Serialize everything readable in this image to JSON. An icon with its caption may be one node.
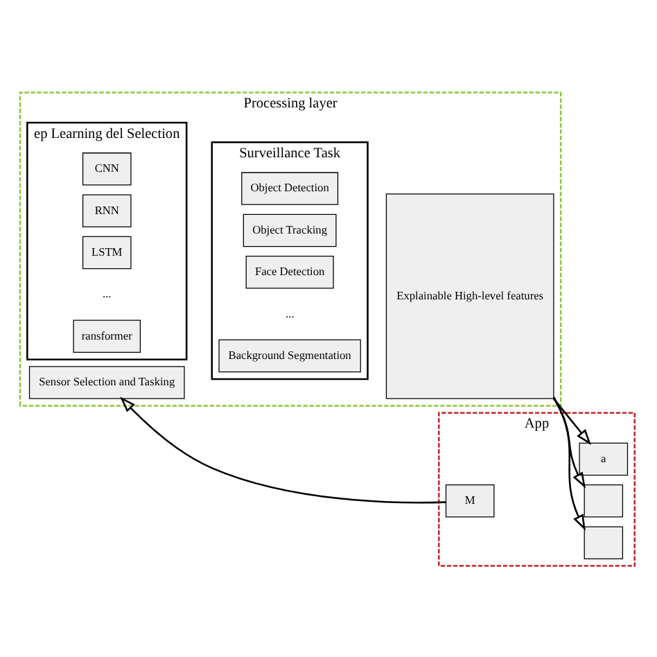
{
  "diagram": {
    "nodes": [
      {
        "text": [
          "Processing layer"
        ]
      },
      {
        "text": [
          "ep Learning del Selection"
        ],
        "in": 0
      },
      {
        "text": [
          "CNN"
        ],
        "in": 1
      },
      {
        "text": [
          "RNN"
        ],
        "in": 1
      },
      {
        "text": [
          "LSTM"
        ],
        "in": 1
      },
      {
        "text": [
          "ransformer"
        ],
        "in": 1
      },
      {
        "text": [
          "Surveillance Task"
        ],
        "in": 0
      },
      {
        "text": [
          "Object Detection"
        ],
        "in": 6
      },
      {
        "text": [
          "Object Tracking"
        ],
        "in": 6
      },
      {
        "text": [
          "Face Detection"
        ],
        "in": 6
      },
      {
        "text": [
          "Background Segmentation"
        ],
        "in": 6
      },
      {
        "text": [
          "Explainable High-level features"
        ],
        "in": 0
      },
      {
        "text": [
          "Sensor Selection and Tasking"
        ],
        "in": 0
      },
      {
        "text": [
          "App"
        ]
      },
      {
        "text": [
          "a"
        ],
        "in": 13
      },
      {
        "text": [],
        "shape": "box",
        "in": 13
      },
      {
        "text": [],
        "shape": "box",
        "in": 13
      },
      {
        "text": [
          "M"
        ],
        "in": 13
      }
    ],
    "edges": [
      {
        "from": 11,
        "to": 14,
        "arrow": "to"
      },
      {
        "from": 11,
        "to": 15,
        "arrow": "to"
      },
      {
        "from": 11,
        "to": 16,
        "arrow": "to"
      },
      {
        "from": 17,
        "to": 12,
        "arrow": "to"
      }
    ],
    "labels": [
      "...",
      "..."
    ]
  }
}
